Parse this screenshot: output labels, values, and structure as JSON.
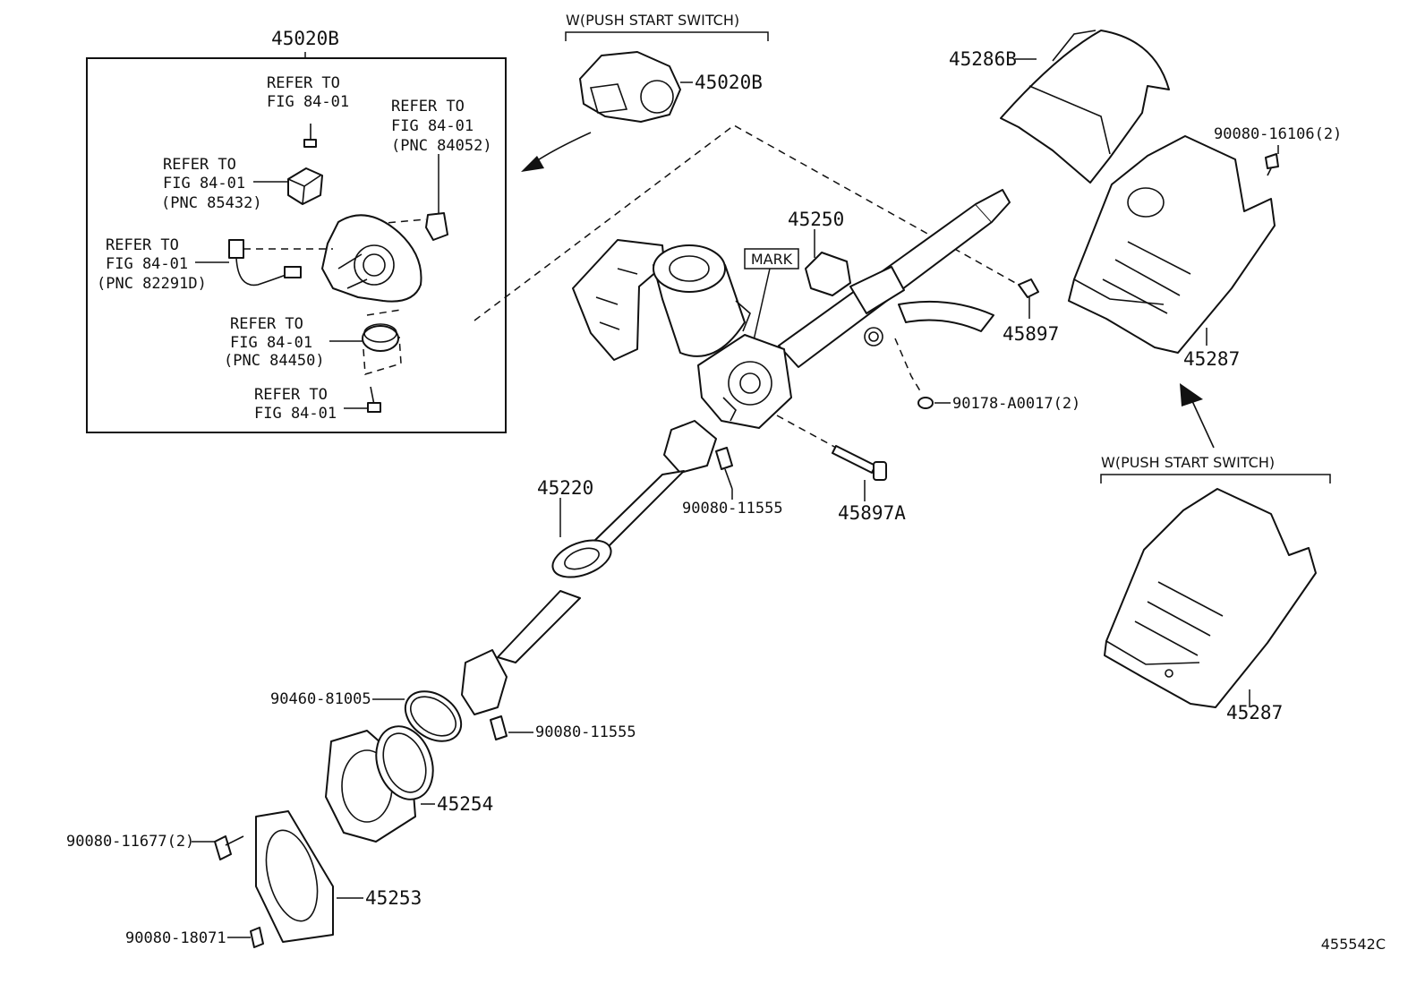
{
  "diagram": {
    "figure_id": "455542C",
    "box_title": "45020B",
    "variant_header": "W(PUSH START SWITCH)",
    "variant_header_2": "W(PUSH START SWITCH)",
    "mark_label": "MARK",
    "refer": {
      "r1_line1": "REFER TO",
      "r1_line2": "FIG 84-01",
      "r2_line1": "REFER TO",
      "r2_line2": "FIG 84-01",
      "r2_pnc": "(PNC 84052)",
      "r3_line1": "REFER TO",
      "r3_line2": "FIG 84-01",
      "r3_pnc": "(PNC 85432)",
      "r4_line1": "REFER TO",
      "r4_line2": "FIG 84-01",
      "r4_pnc": "(PNC 82291D)",
      "r5_line1": "REFER TO",
      "r5_line2": "FIG 84-01",
      "r5_pnc": "(PNC 84450)",
      "r6_line1": "REFER TO",
      "r6_line2": "FIG 84-01"
    },
    "parts": {
      "p45020B": "45020B",
      "p45286B": "45286B",
      "p90080_16106": "90080-16106(2)",
      "p45250": "45250",
      "p45897": "45897",
      "p45287_a": "45287",
      "p90178": "90178-A0017(2)",
      "p45220": "45220",
      "p90080_11555_a": "90080-11555",
      "p45897A": "45897A",
      "p90460": "90460-81005",
      "p90080_11555_b": "90080-11555",
      "p45254": "45254",
      "p90080_11677": "90080-11677(2)",
      "p45253": "45253",
      "p90080_18071": "90080-18071",
      "p45287_b": "45287"
    }
  }
}
